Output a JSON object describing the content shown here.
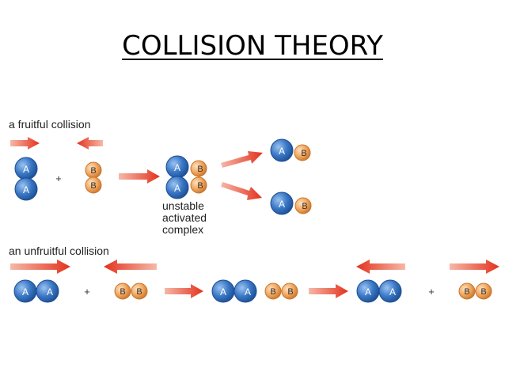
{
  "title": "COLLISION THEORY",
  "fruitful": {
    "label": "a fruitful collision",
    "plus": "+",
    "complex_label": [
      "unstable",
      "activated",
      "complex"
    ]
  },
  "unfruitful": {
    "label": "an unfruitful collision",
    "plus_1": "+",
    "plus_2": "+"
  },
  "atom_labels": {
    "a": "A",
    "b": "B"
  },
  "colors": {
    "atom_a_fill": "#3a78c6",
    "atom_a_edge": "#1d4f94",
    "atom_b_fill": "#f2a860",
    "atom_b_edge": "#c9762c",
    "arrow": "#e8432c"
  }
}
